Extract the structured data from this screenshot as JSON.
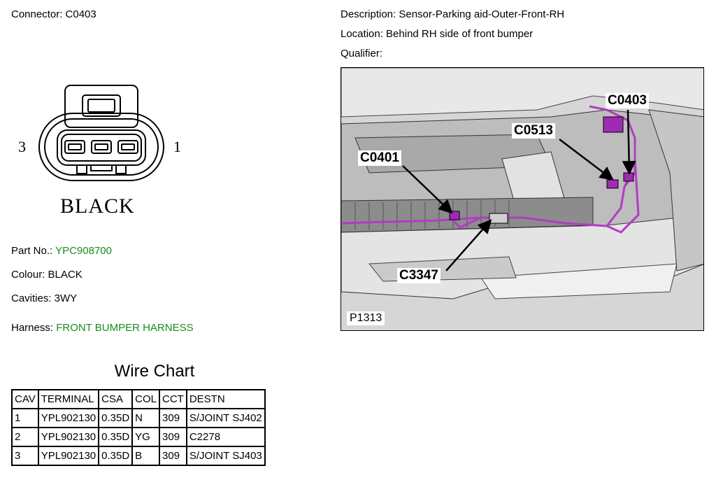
{
  "connector": {
    "label": "Connector: C0403",
    "name": "BLACK",
    "pin_left": "3",
    "pin_right": "1"
  },
  "details": {
    "part_label": "Part No.:",
    "part_value": "YPC908700",
    "colour": "Colour: BLACK",
    "cavities": "Cavities: 3WY",
    "harness_label": "Harness:",
    "harness_value": "FRONT BUMPER HARNESS",
    "link_color": "#1a8c1a"
  },
  "header": {
    "description": "Description: Sensor-Parking aid-Outer-Front-RH",
    "location": "Location: Behind RH side of front bumper",
    "qualifier": "Qualifier:"
  },
  "figure": {
    "callouts": [
      "C0403",
      "C0513",
      "C0401",
      "C3347"
    ],
    "id": "P1313",
    "harness_color": "#b23bc4"
  },
  "wire_chart": {
    "title": "Wire Chart",
    "columns": [
      "CAV",
      "TERMINAL",
      "CSA",
      "COL",
      "CCT",
      "DESTN"
    ],
    "rows": [
      [
        "1",
        "YPL902130",
        "0.35D",
        "N",
        "309",
        "S/JOINT SJ402"
      ],
      [
        "2",
        "YPL902130",
        "0.35D",
        "YG",
        "309",
        "C2278"
      ],
      [
        "3",
        "YPL902130",
        "0.35D",
        "B",
        "309",
        "S/JOINT SJ403"
      ]
    ]
  }
}
